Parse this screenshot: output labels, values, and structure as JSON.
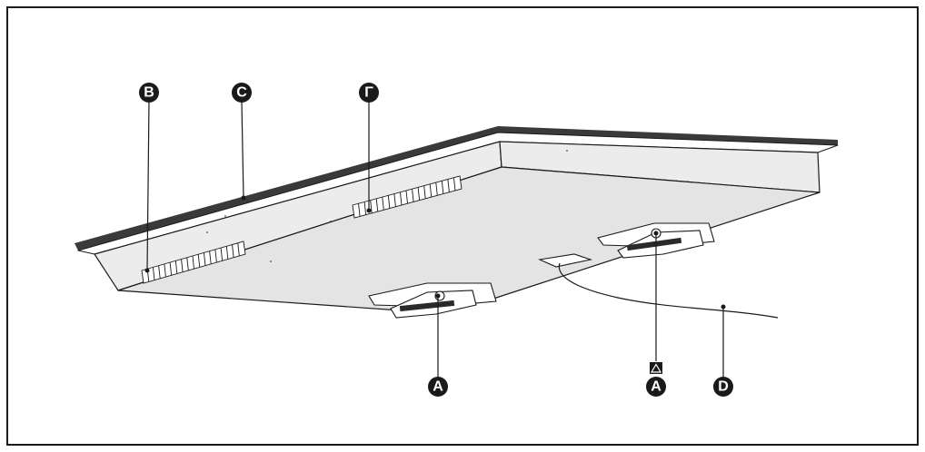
{
  "callouts": {
    "B": "B",
    "C": "C",
    "G": "Γ",
    "A_left": "A",
    "A_right": "A",
    "D": "D"
  },
  "icons": {
    "warning": "warning-triangle-icon"
  }
}
